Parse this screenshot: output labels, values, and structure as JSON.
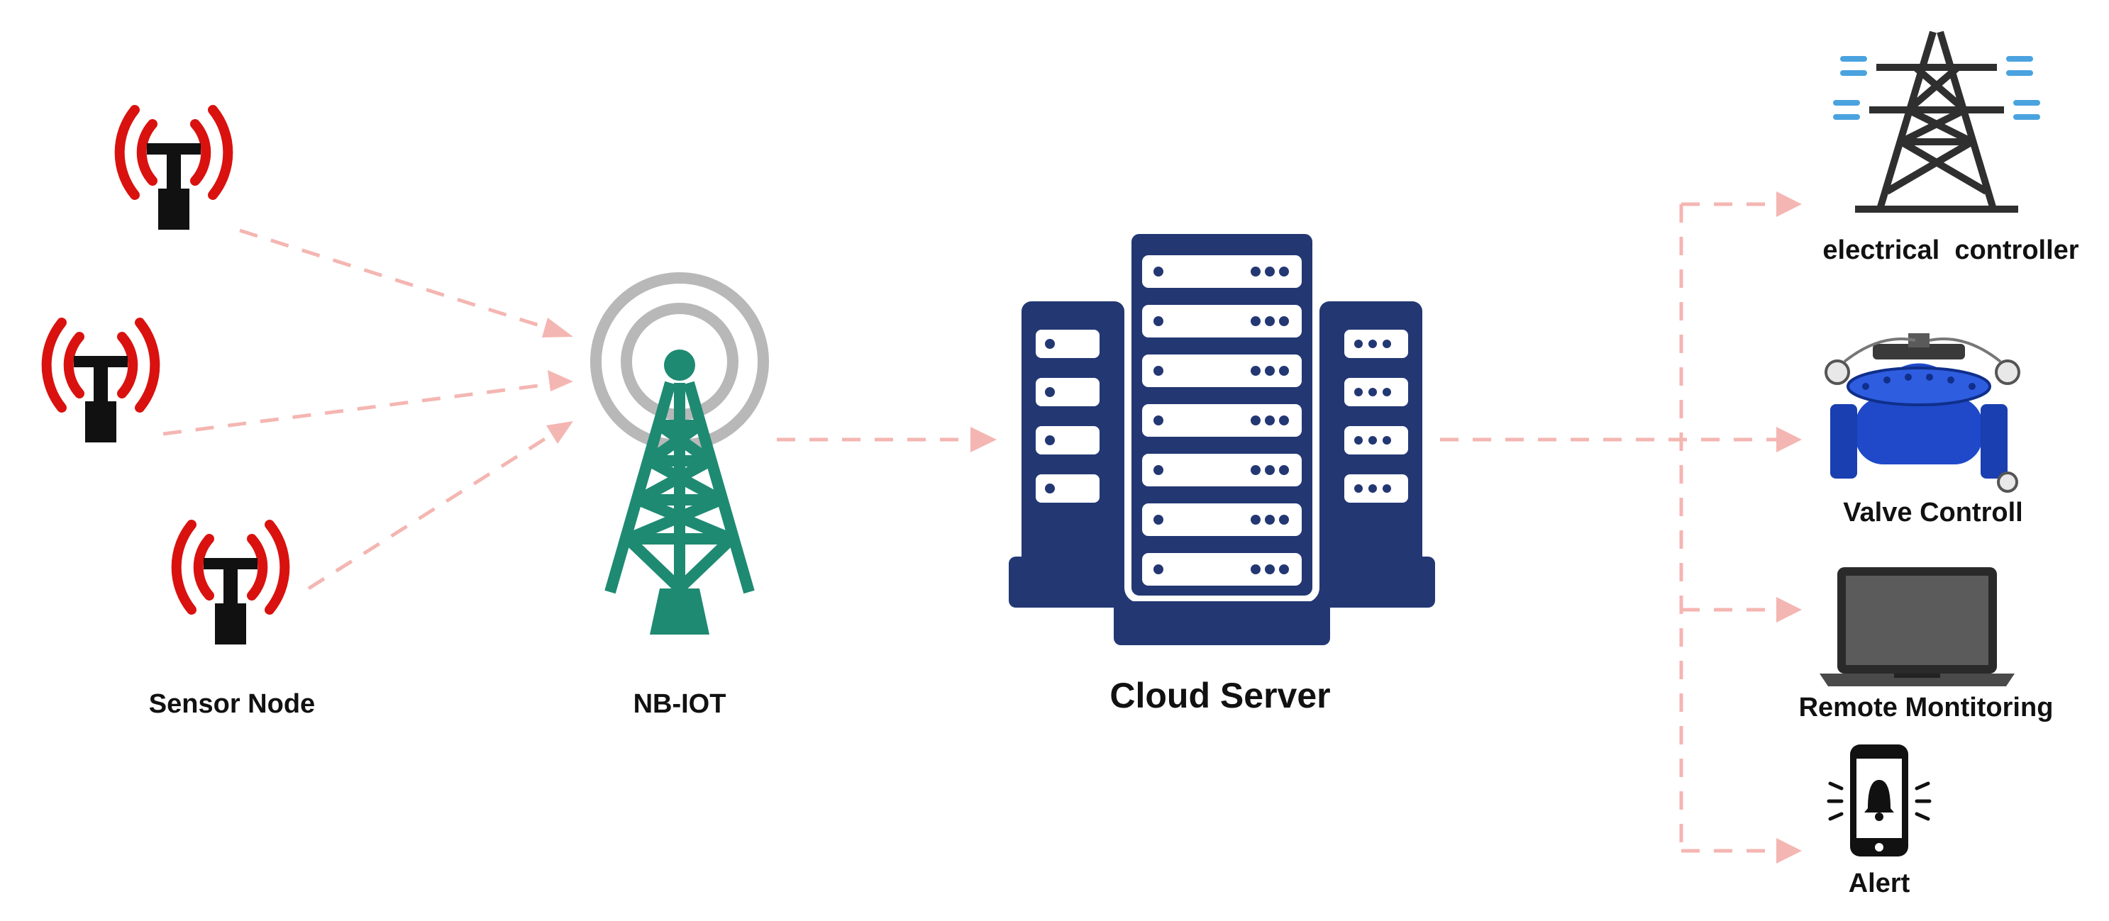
{
  "nodes": {
    "sensor_node": {
      "label": "Sensor Node",
      "icon": "sensor-antenna-icon",
      "count": 3
    },
    "nb_iot": {
      "label": "NB-IOT",
      "icon": "cell-tower-icon"
    },
    "cloud_server": {
      "label": "Cloud Server",
      "icon": "server-rack-icon"
    },
    "outputs": [
      {
        "label": "electrical  controller",
        "icon": "transmission-tower-icon"
      },
      {
        "label": "Valve Controll",
        "icon": "valve-icon"
      },
      {
        "label": "Remote Montitoring",
        "icon": "laptop-icon"
      },
      {
        "label": "Alert",
        "icon": "phone-alert-icon"
      }
    ]
  },
  "colors": {
    "arrow": "#f4b6b2",
    "signal_red": "#d9120f",
    "tower_teal": "#1e8a72",
    "signal_gray": "#b8b8b8",
    "server_navy": "#233773",
    "valve_blue": "#1f49c9"
  }
}
